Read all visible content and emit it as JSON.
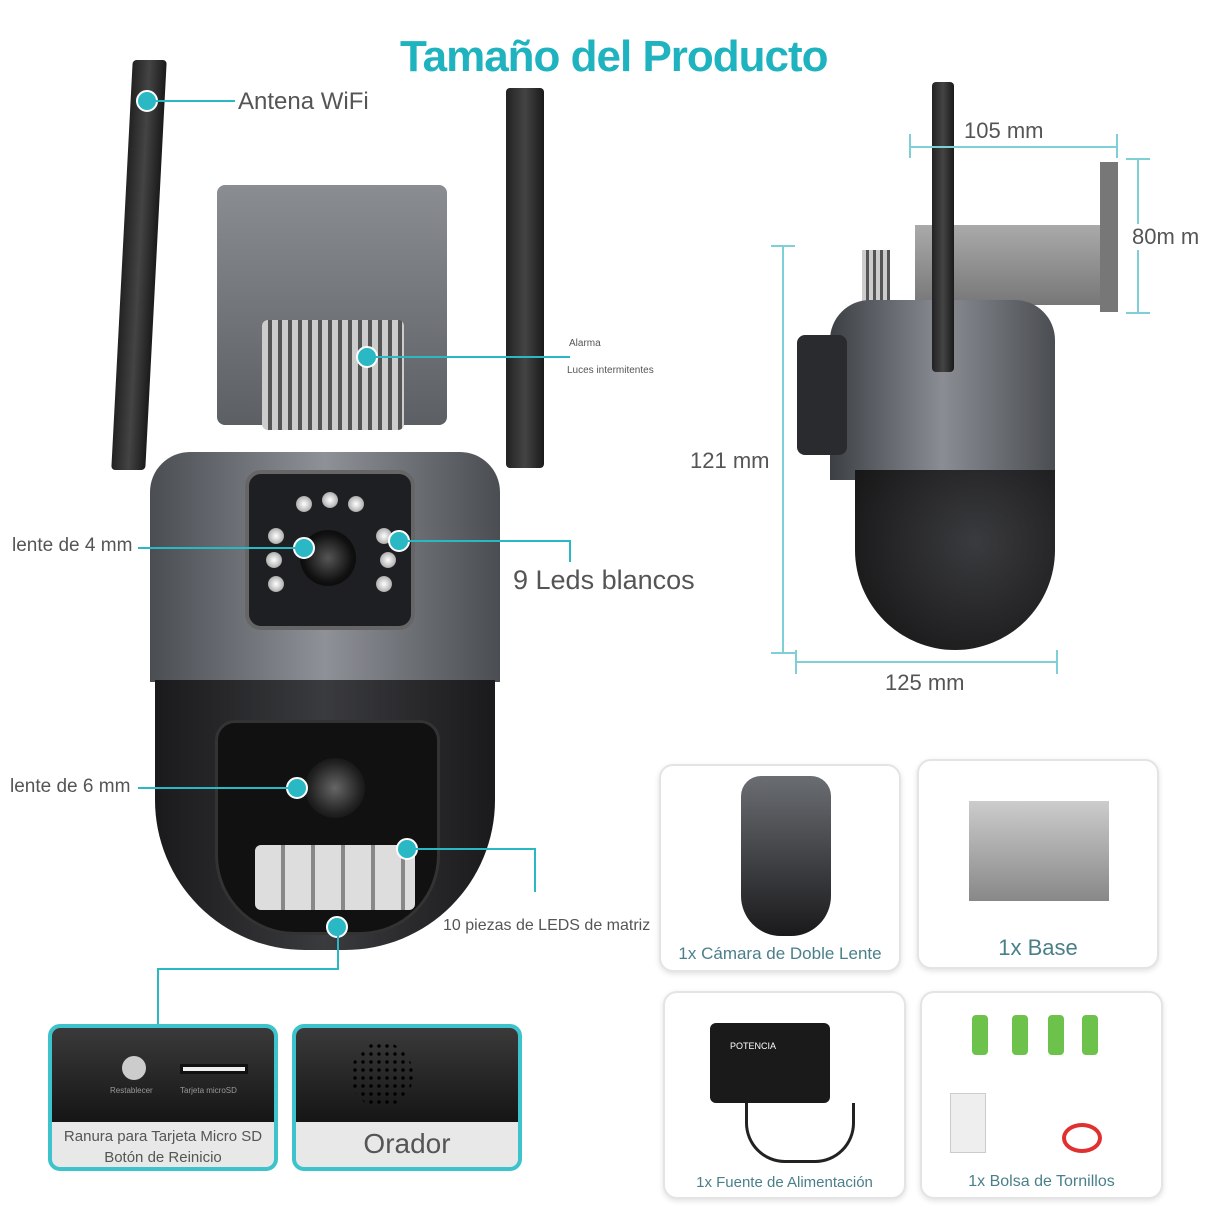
{
  "title": "Tamaño del Producto",
  "callouts": {
    "antenna": "Antena WiFi",
    "alarm": "Alarma",
    "flash_lights": "Luces intermitentes",
    "lens_4mm": "lente de 4 mm",
    "white_leds": "9 Leds blancos",
    "lens_6mm": "lente de 6 mm",
    "matrix_leds": "10 piezas de LEDS de matriz"
  },
  "dimensions": {
    "width_top": "105 mm",
    "height_mount": "80m m",
    "height": "121 mm",
    "width_bottom": "125 mm"
  },
  "detail_boxes": [
    {
      "label_line1": "Ranura para Tarjeta Micro SD",
      "label_line2": "Botón de Reinicio",
      "reset_label": "Restablecer",
      "sd_label": "Tarjeta microSD"
    },
    {
      "label_line1": "Orador"
    }
  ],
  "package_items": [
    {
      "label": "1x Cámara de Doble Lente"
    },
    {
      "label": "1x Base"
    },
    {
      "label": "1x Fuente de Alimentación",
      "device_text": "POTENCIA"
    },
    {
      "label": "1x Bolsa de Tornillos"
    }
  ],
  "colors": {
    "accent": "#1eb3bf"
  }
}
